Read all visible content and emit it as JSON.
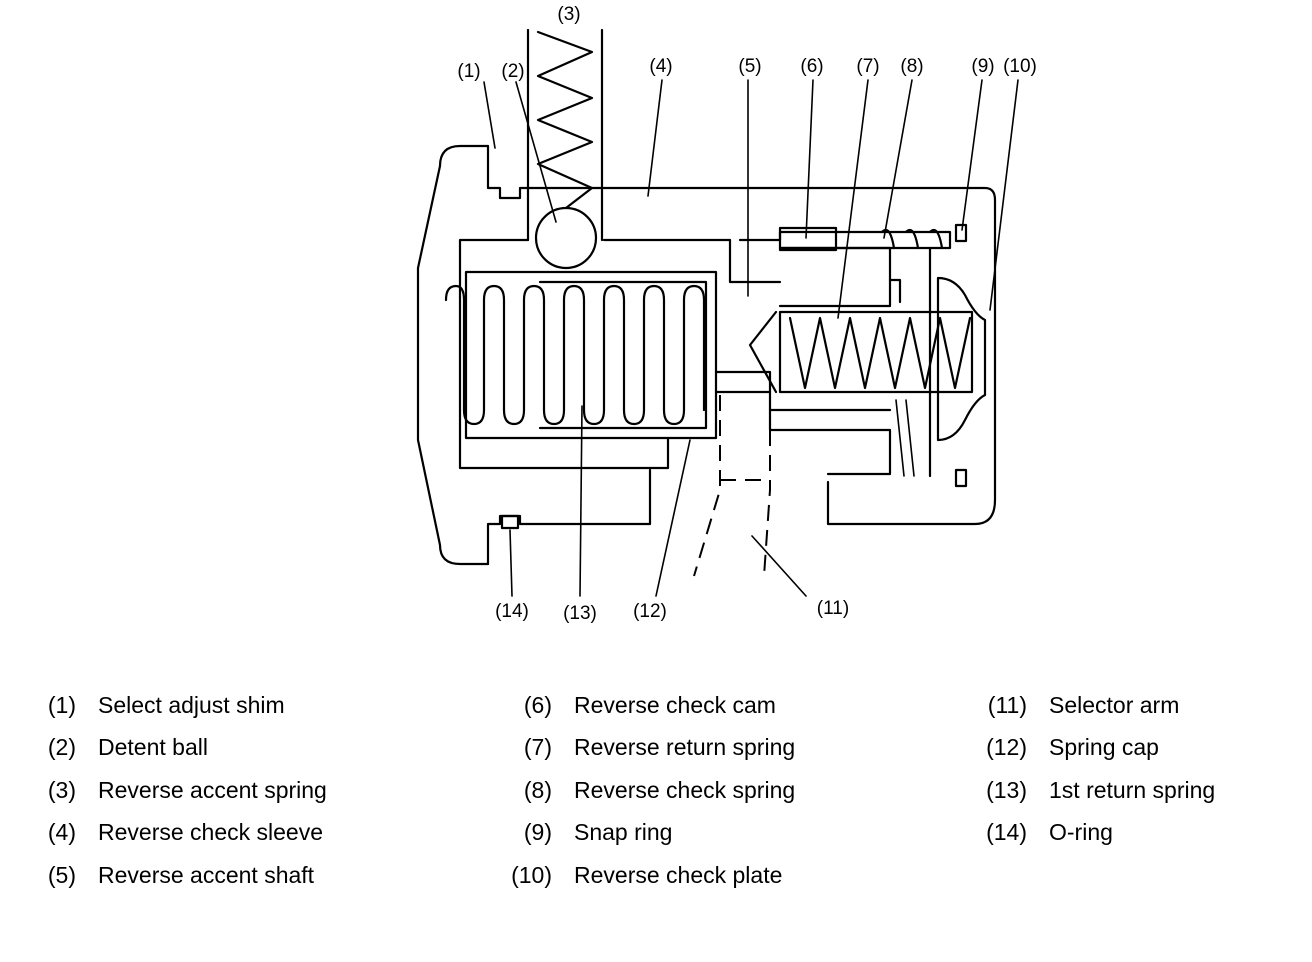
{
  "callouts": [
    {
      "num": "(1)"
    },
    {
      "num": "(2)"
    },
    {
      "num": "(3)"
    },
    {
      "num": "(4)"
    },
    {
      "num": "(5)"
    },
    {
      "num": "(6)"
    },
    {
      "num": "(7)"
    },
    {
      "num": "(8)"
    },
    {
      "num": "(9)"
    },
    {
      "num": "(10)"
    },
    {
      "num": "(11)"
    },
    {
      "num": "(12)"
    },
    {
      "num": "(13)"
    },
    {
      "num": "(14)"
    }
  ],
  "legend": {
    "columns": [
      [
        {
          "num": "(1)",
          "label": "Select adjust shim"
        },
        {
          "num": "(2)",
          "label": "Detent ball"
        },
        {
          "num": "(3)",
          "label": "Reverse accent spring"
        },
        {
          "num": "(4)",
          "label": "Reverse check sleeve"
        },
        {
          "num": "(5)",
          "label": "Reverse accent shaft"
        }
      ],
      [
        {
          "num": "(6)",
          "label": "Reverse check cam"
        },
        {
          "num": "(7)",
          "label": "Reverse return spring"
        },
        {
          "num": "(8)",
          "label": "Reverse check spring"
        },
        {
          "num": "(9)",
          "label": "Snap ring"
        },
        {
          "num": "(10)",
          "label": "Reverse check plate"
        }
      ],
      [
        {
          "num": "(11)",
          "label": "Selector arm"
        },
        {
          "num": "(12)",
          "label": "Spring cap"
        },
        {
          "num": "(13)",
          "label": "1st return spring"
        },
        {
          "num": "(14)",
          "label": "O-ring"
        }
      ]
    ]
  }
}
